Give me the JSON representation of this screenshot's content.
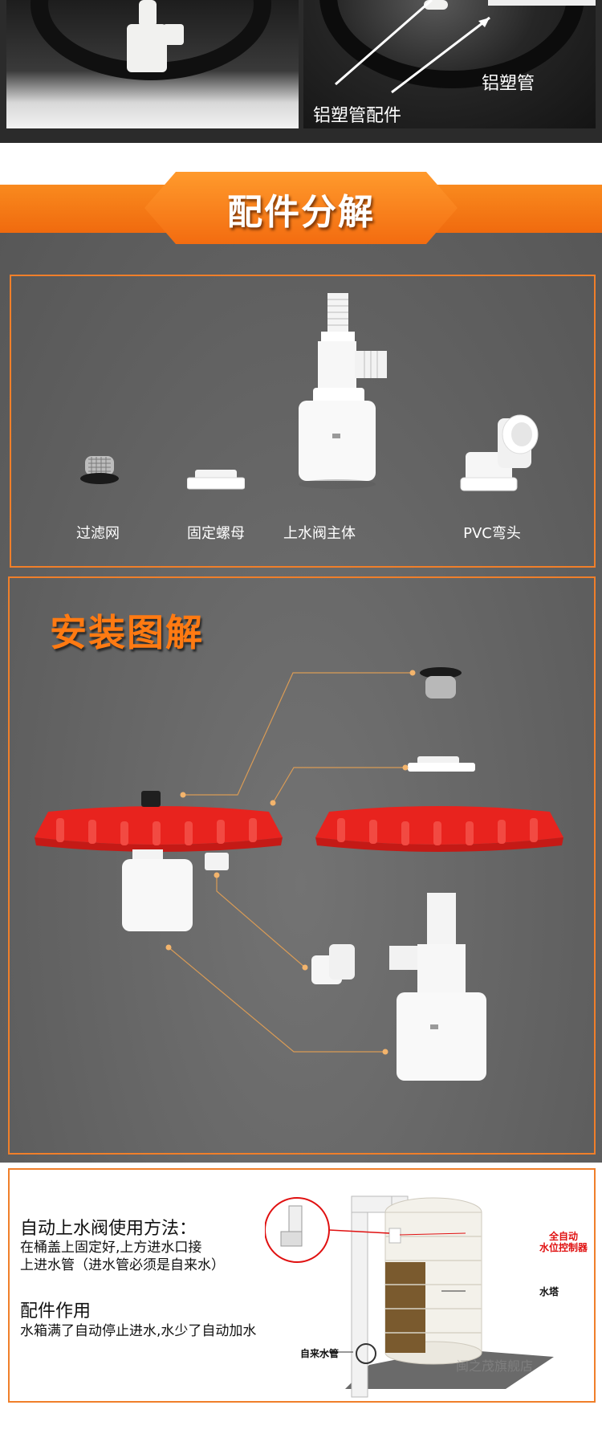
{
  "top_photos": {
    "right_caption_1": "铝塑管",
    "right_caption_2": "铝塑管配件"
  },
  "parts_section": {
    "title": "配件分解",
    "parts": [
      {
        "label": "过滤网"
      },
      {
        "label": "固定螺母"
      },
      {
        "label": "上水阀主体"
      },
      {
        "label": "PVC弯头"
      }
    ]
  },
  "install_section": {
    "title": "安装图解"
  },
  "instructions": {
    "usage_heading": "自动上水阀使用方法：",
    "usage_line_1": "在桶盖上固定好,上方进水口接",
    "usage_line_2": "上进水管（进水管必须是自来水）",
    "function_heading": "配件作用",
    "function_line": "水箱满了自动停止进水,水少了自动加水"
  },
  "diagram": {
    "label_controller_1": "全自动",
    "label_controller_2": "水位控制器",
    "label_tower": "水塔",
    "label_pipe": "自来水管"
  },
  "watermark": "闽之茂旗舰店",
  "colors": {
    "accent_orange": "#f07f2a",
    "lid_red": "#e8231e",
    "panel_gray": "#666666"
  }
}
